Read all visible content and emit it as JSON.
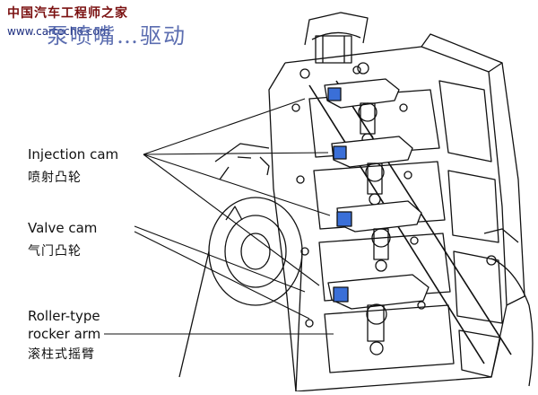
{
  "watermark": {
    "site_name": "中国汽车工程师之家",
    "url": "www.cartech8.com"
  },
  "title": "泵喷嘴…驱动",
  "labels": {
    "injection_cam": "Injection cam",
    "injection_cam_cn": "喷射凸轮",
    "valve_cam": "Valve cam",
    "valve_cam_cn": "气门凸轮",
    "roller_rocker_line1": "Roller-type",
    "roller_rocker_line2": "rocker arm",
    "roller_rocker_cn": "滚柱式摇臂"
  },
  "colors": {
    "line": "#111111",
    "accent": "#3a6fd8",
    "title": "#4a5ea8",
    "watermark": "#7a1010"
  }
}
